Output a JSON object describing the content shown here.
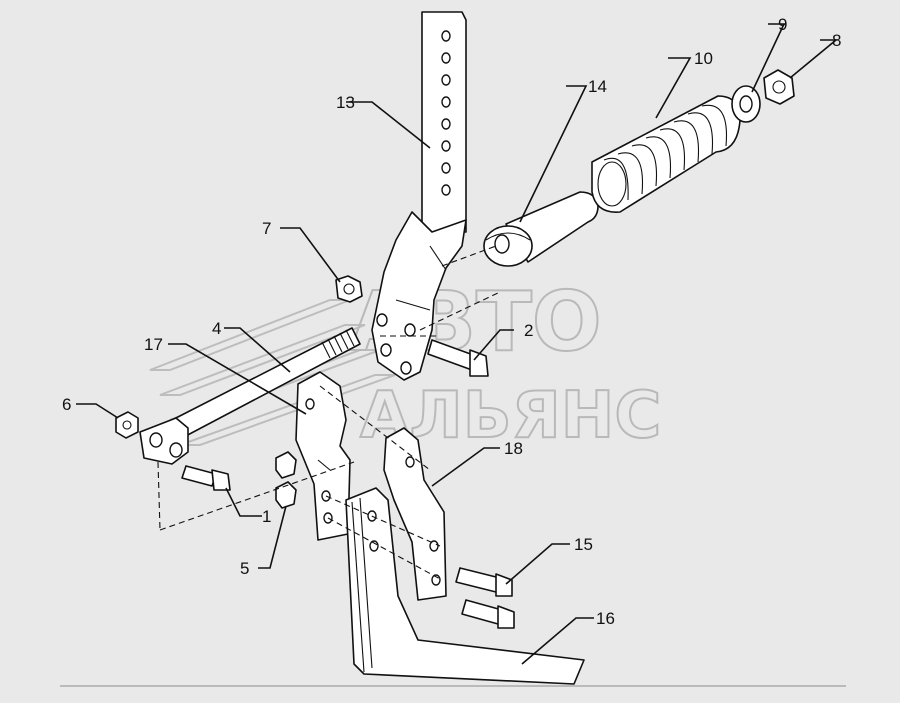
{
  "watermark": {
    "line1": "АВТО",
    "line2": "АЛЬЯНС"
  },
  "callouts": {
    "c1": "1",
    "c2": "2",
    "c4": "4",
    "c5": "5",
    "c6": "6",
    "c7": "7",
    "c8": "8",
    "c9": "9",
    "c10": "10",
    "c13": "13",
    "c14": "14",
    "c15": "15",
    "c16": "16",
    "c17": "17",
    "c18": "18"
  }
}
